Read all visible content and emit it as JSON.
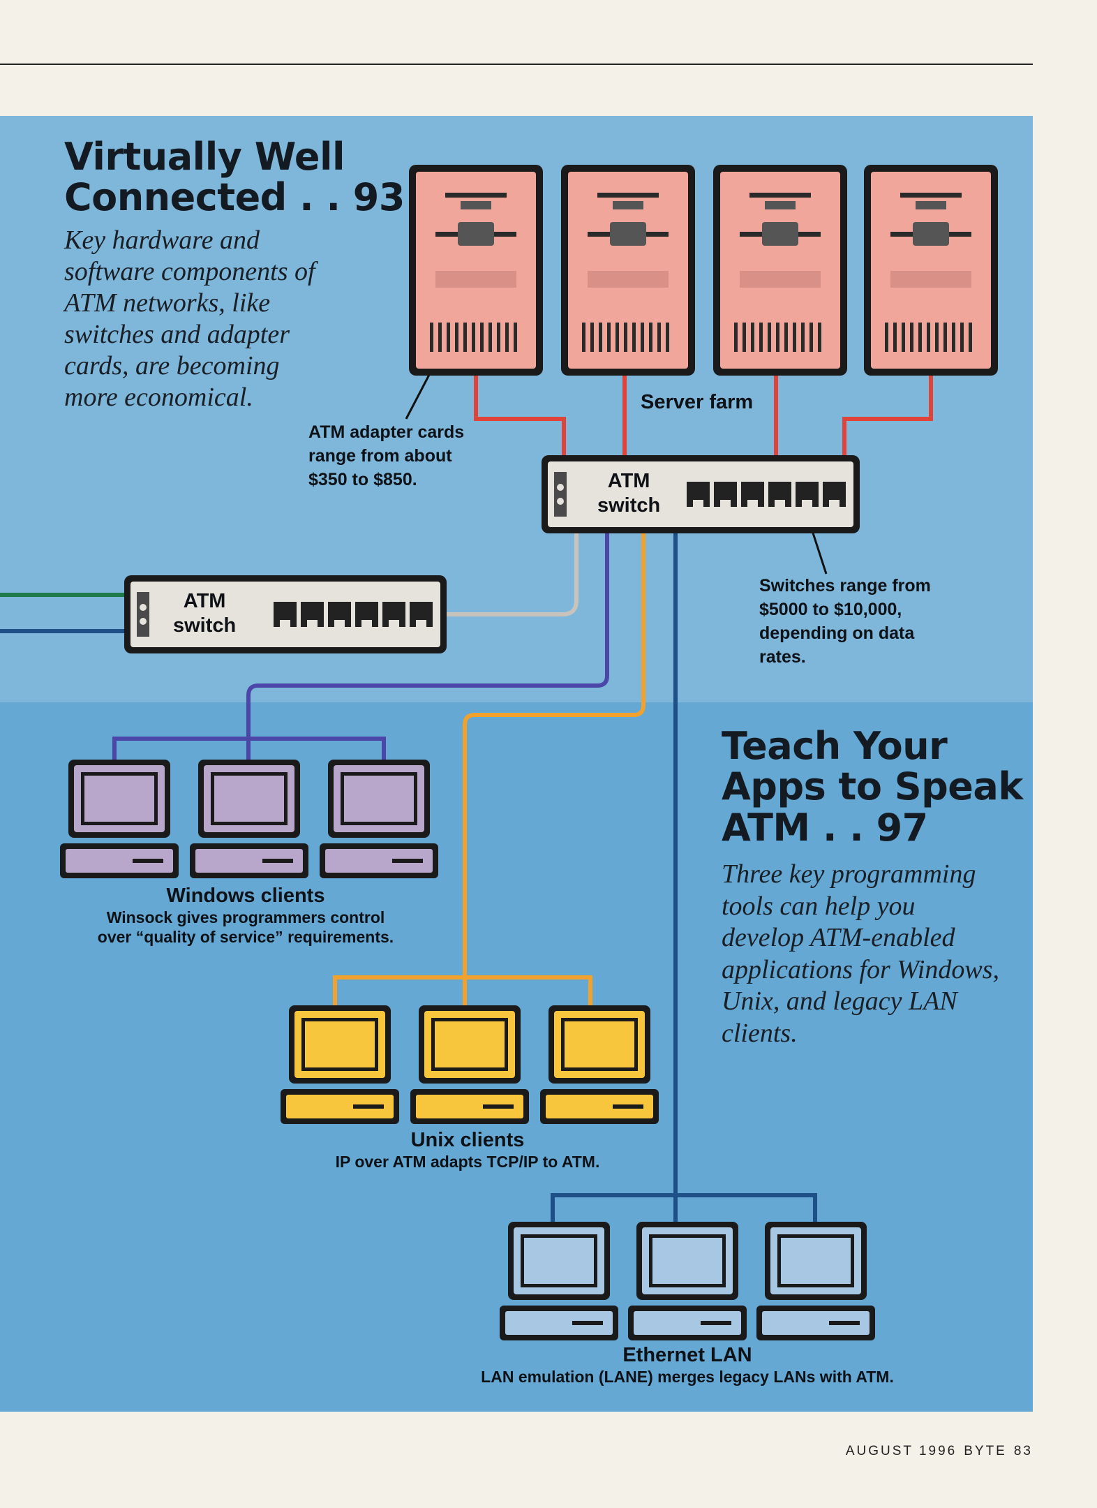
{
  "article1": {
    "title_line1": "Virtually Well",
    "title_line2": "Connected",
    "page_ref": ". . 93",
    "deck": "Key hardware and software components of ATM networks, like switches and adapter cards, are becoming more economical."
  },
  "article2": {
    "title_line1": "Teach Your",
    "title_line2": "Apps to Speak",
    "title_line3": "ATM",
    "page_ref": ". . 97",
    "deck": "Three key programming tools can help you develop ATM-enabled applications for Windows, Unix, and legacy LAN clients."
  },
  "diagram": {
    "server_farm_label": "Server farm",
    "main_switch": {
      "line1": "ATM",
      "line2": "switch"
    },
    "side_switch": {
      "line1": "ATM",
      "line2": "switch"
    },
    "adapter_note": {
      "line1": "ATM adapter cards",
      "line2": "range from about",
      "line3": "$350 to $850."
    },
    "switch_note": {
      "line1": "Switches range from",
      "line2": "$5000 to $10,000,",
      "line3": "depending on data",
      "line4": "rates."
    },
    "windows": {
      "title": "Windows clients",
      "line1": "Winsock gives programmers control",
      "line2": "over “quality of service” requirements."
    },
    "unix": {
      "title": "Unix clients",
      "line1": "IP over ATM adapts TCP/IP to ATM."
    },
    "ethernet": {
      "title": "Ethernet LAN",
      "line1": "LAN emulation (LANE) merges legacy LANs with ATM."
    }
  },
  "colors": {
    "server": "#f0a69a",
    "windows_client": "#b9a6cb",
    "unix_client": "#f7c63c",
    "lan_client": "#a7c7e3",
    "red_line": "#e0433a",
    "purple_line": "#4b46a8",
    "orange_line": "#f2a12c",
    "navy_line": "#1e4f86",
    "green_line": "#1f7a4a",
    "gray_line": "#c9c3bd"
  },
  "footer": {
    "month_year": "AUGUST 1996",
    "magazine": "BYTE",
    "page_number": "83"
  }
}
